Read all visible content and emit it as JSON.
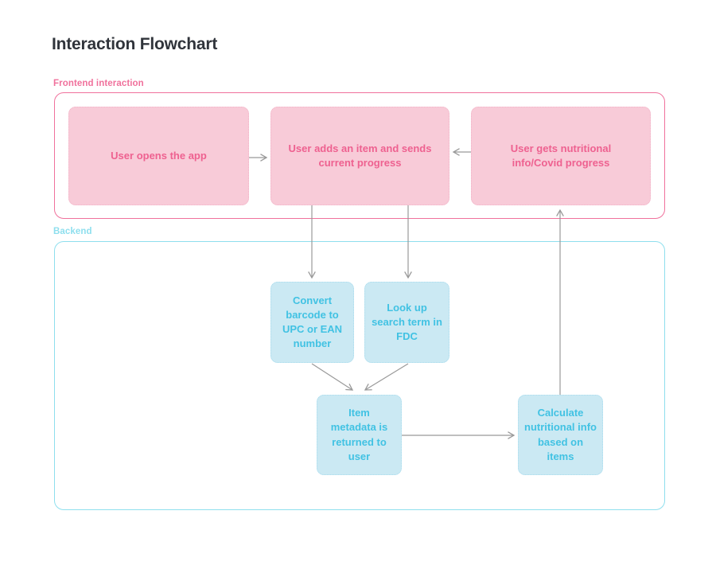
{
  "fc": {
    "title": "Interaction Flowchart",
    "sections": {
      "frontend": {
        "label": "Frontend interaction"
      },
      "backend": {
        "label": "Backend"
      }
    },
    "nodes": {
      "open_app": {
        "label": "User opens the app",
        "section": "frontend"
      },
      "add_item": {
        "label": "User adds an item and sends\ncurrent progress",
        "section": "frontend"
      },
      "get_info": {
        "label": "User gets nutritional\ninfo/Covid progress",
        "section": "frontend"
      },
      "convert_barcode": {
        "label": "Convert\nbarcode to\nUPC or EAN\nnumber",
        "section": "backend"
      },
      "lookup_fdc": {
        "label": "Look up\nsearch term in\nFDC",
        "section": "backend"
      },
      "item_metadata": {
        "label": "Item\nmetadata is\nreturned to\nuser",
        "section": "backend"
      },
      "calc_info": {
        "label": "Calculate\nnutritional info\nbased on\nitems",
        "section": "backend"
      }
    },
    "edges": [
      {
        "from": "open_app",
        "to": "add_item"
      },
      {
        "from": "get_info",
        "to": "add_item"
      },
      {
        "from": "add_item",
        "to": "convert_barcode"
      },
      {
        "from": "add_item",
        "to": "lookup_fdc"
      },
      {
        "from": "convert_barcode",
        "to": "item_metadata"
      },
      {
        "from": "lookup_fdc",
        "to": "item_metadata"
      },
      {
        "from": "item_metadata",
        "to": "calc_info"
      },
      {
        "from": "calc_info",
        "to": "get_info"
      }
    ],
    "colors": {
      "title": "#30343b",
      "frontend_accent": "#f0719c",
      "frontend_node_fill": "#f8cbd8",
      "frontend_node_text": "#ee6190",
      "backend_accent": "#8edfee",
      "backend_node_fill": "#cbe9f3",
      "backend_node_text": "#41c2e3",
      "connector": "#999999"
    }
  }
}
